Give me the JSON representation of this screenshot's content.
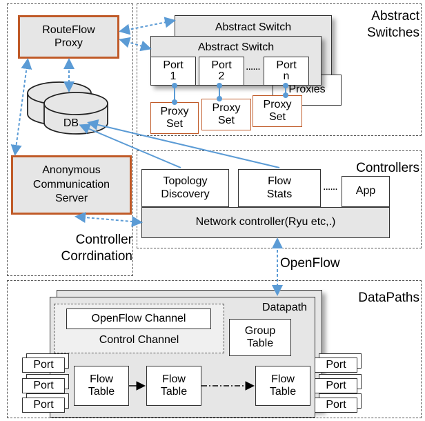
{
  "regions": {
    "abstract_switches": "Abstract\nSwitches",
    "controllers": "Controllers",
    "controller_coordination": "Controller\nCorrdination",
    "datapaths": "DataPaths",
    "openflow": "OpenFlow"
  },
  "routeflow_proxy": "RouteFlow\nProxy",
  "anon_server": "Anonymous\nCommunication\nServer",
  "db": "DB",
  "abstract_switch_back": "Abstract Switch",
  "abstract_switch_front": "Abstract Switch",
  "switch_ports": [
    "Port\n1",
    "Port\n2",
    "Port\nn"
  ],
  "dots": "......",
  "proxies_label": "Proxies",
  "proxy_sets": [
    "Proxy\nSet",
    "Proxy\nSet",
    "Proxy\nSet"
  ],
  "controller_modules": {
    "topology": "Topology\nDiscovery",
    "flow_stats": "Flow\nStats",
    "app": "App",
    "network_controller": "Network controller(Ryu etc,.)"
  },
  "datapath": {
    "title": "Datapath",
    "openflow_channel": "OpenFlow Channel",
    "control_channel": "Control Channel",
    "group_table": "Group\nTable",
    "flow_tables": [
      "Flow\nTable",
      "Flow\nTable",
      "Flow\nTable"
    ],
    "left_ports": [
      "Port",
      "Port",
      "Port"
    ],
    "right_ports": [
      "Port",
      "Port",
      "Port"
    ]
  },
  "colors": {
    "accent_orange": "#c05a28",
    "arrow_blue": "#5b9bd5",
    "box_grey": "#e6e6e6"
  }
}
